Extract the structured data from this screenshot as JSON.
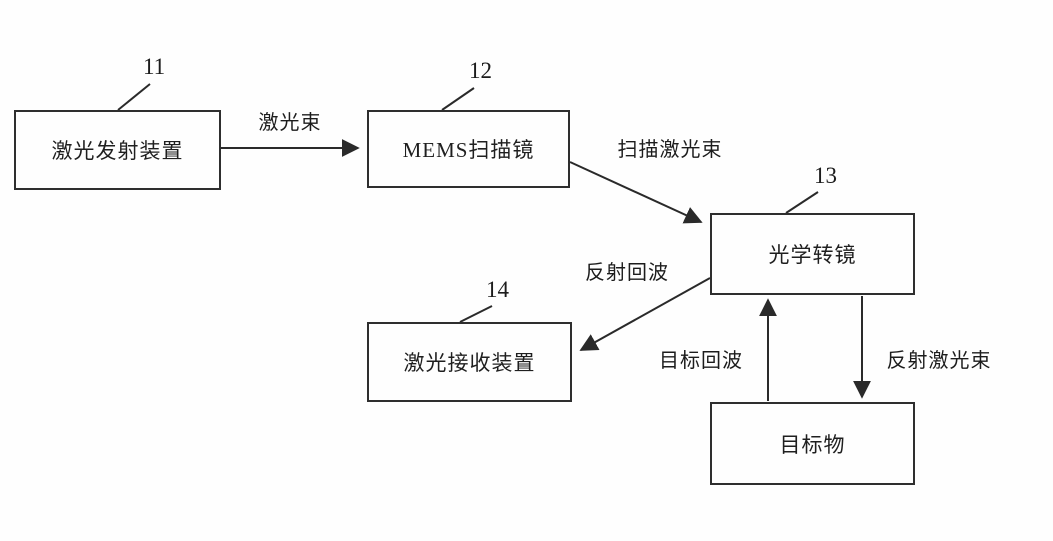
{
  "diagram": {
    "boxes": [
      {
        "id": "laser-emitter",
        "label": "激光发射装置",
        "ref": "11"
      },
      {
        "id": "mems-mirror",
        "label": "MEMS扫描镜",
        "ref": "12"
      },
      {
        "id": "optical-mirror",
        "label": "光学转镜",
        "ref": "13"
      },
      {
        "id": "laser-receiver",
        "label": "激光接收装置",
        "ref": "14"
      },
      {
        "id": "target-object",
        "label": "目标物"
      }
    ],
    "edges": [
      {
        "id": "laser-beam",
        "label": "激光束"
      },
      {
        "id": "scan-laser-beam",
        "label": "扫描激光束"
      },
      {
        "id": "reflected-echo",
        "label": "反射回波"
      },
      {
        "id": "target-echo",
        "label": "目标回波"
      },
      {
        "id": "reflected-laser",
        "label": "反射激光束"
      }
    ],
    "colors": {
      "line": "#2a2a2a",
      "background": "#fefefe"
    }
  }
}
